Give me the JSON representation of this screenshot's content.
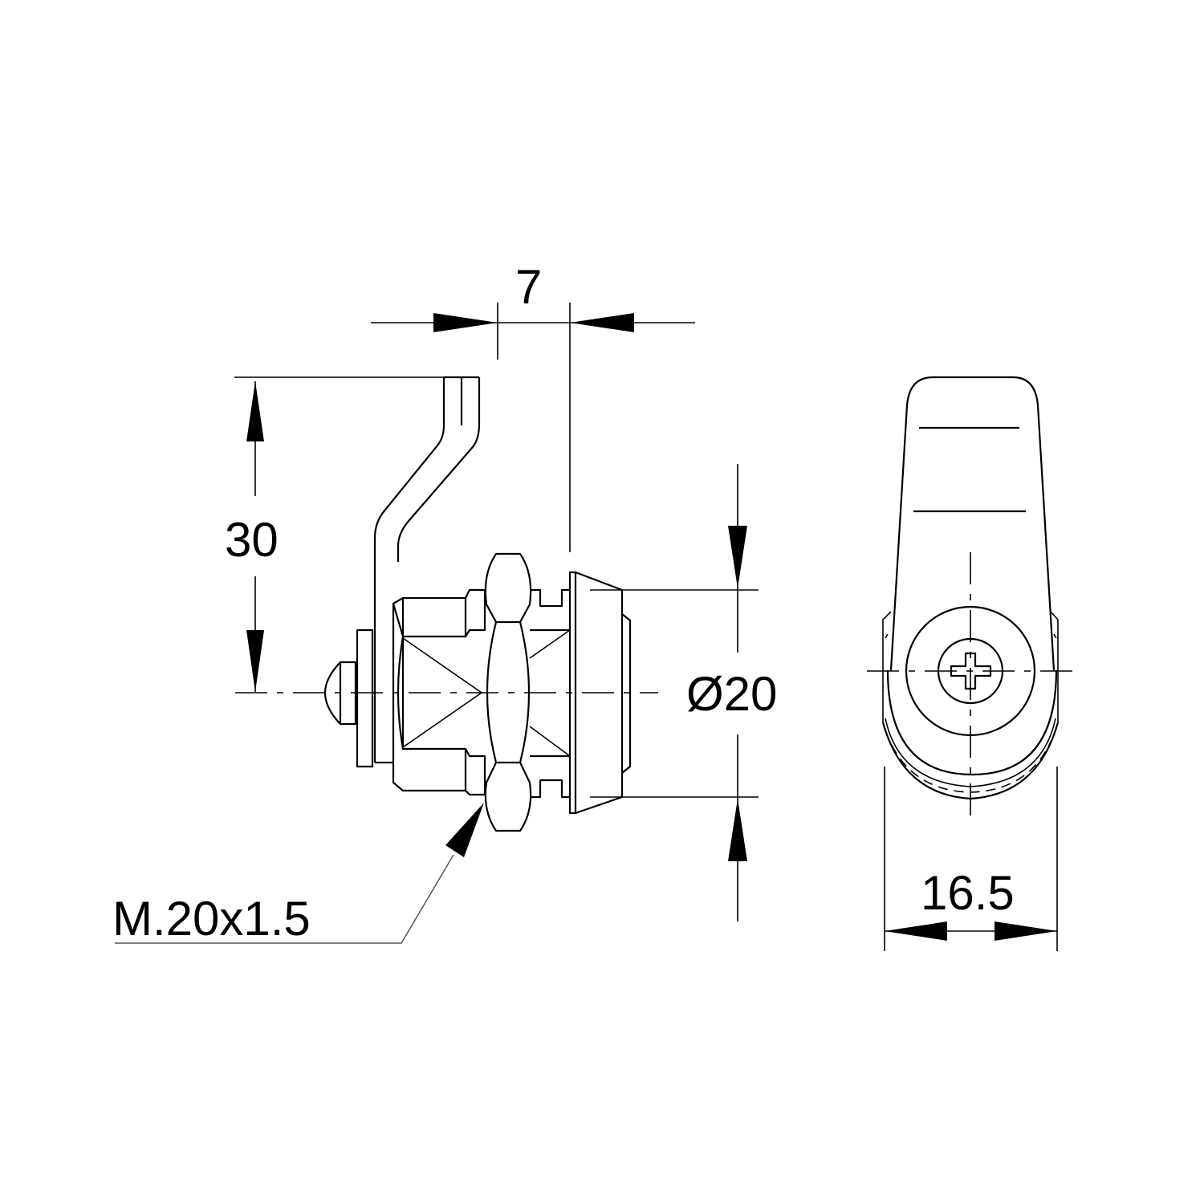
{
  "drawing": {
    "subject": "Cam lock technical drawing",
    "views": [
      "side-view",
      "front-view"
    ],
    "line_color": "#000000",
    "background": "#ffffff"
  },
  "dimensions": {
    "cam_offset": {
      "label": "7"
    },
    "cam_height": {
      "label": "30"
    },
    "body_diameter": {
      "label": "Ø20"
    },
    "front_width": {
      "label": "16.5"
    },
    "thread": {
      "label": "M.20x1.5"
    }
  }
}
